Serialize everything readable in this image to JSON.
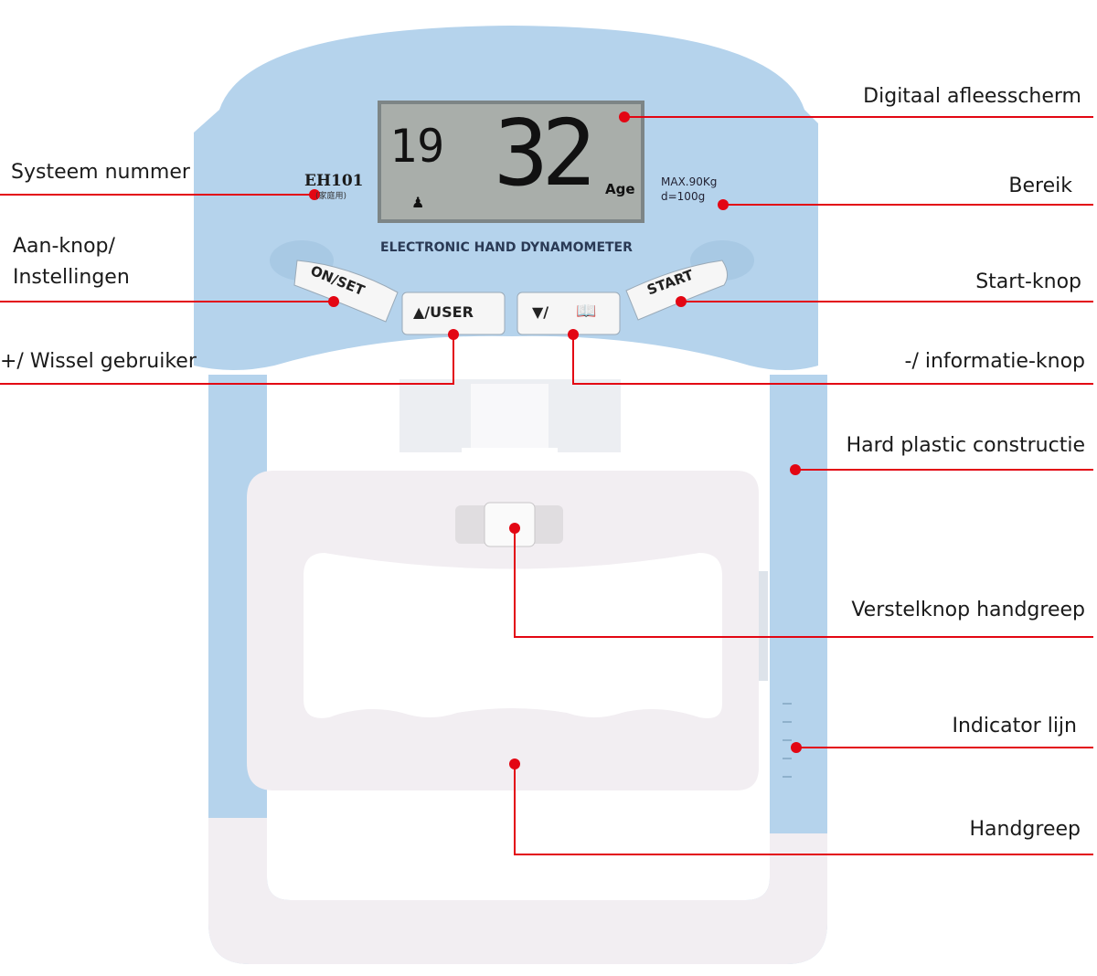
{
  "device": {
    "model": "EH101",
    "model_sub": "(家庭用)",
    "title": "ELECTRONIC HAND DYNAMOMETER",
    "spec_max": "MAX.90Kg",
    "spec_d": "d=100g",
    "screen": {
      "user_number": "19",
      "value": "32",
      "unit": "Age"
    },
    "buttons": {
      "on_set": "ON/SET",
      "user": "▲/USER",
      "info": "▼/",
      "start": "START"
    }
  },
  "colors": {
    "accent": "#e30613",
    "body": "#b5d3ec",
    "handle": "#f3f0f3",
    "screen": "#a9aeaa"
  },
  "labels": {
    "display": "Digitaal afleesscherm",
    "system_number": "Systeem nummer",
    "range": "Bereik",
    "on_button_1": "Aan-knop/",
    "on_button_2": "Instellingen",
    "start_button": "Start-knop",
    "user_switch": "+/ Wissel gebruiker",
    "info_button": "-/ informatie-knop",
    "construction": "Hard plastic constructie",
    "adjust_knob": "Verstelknop handgreep",
    "indicator": "Indicator lijn",
    "handle": "Handgreep"
  }
}
